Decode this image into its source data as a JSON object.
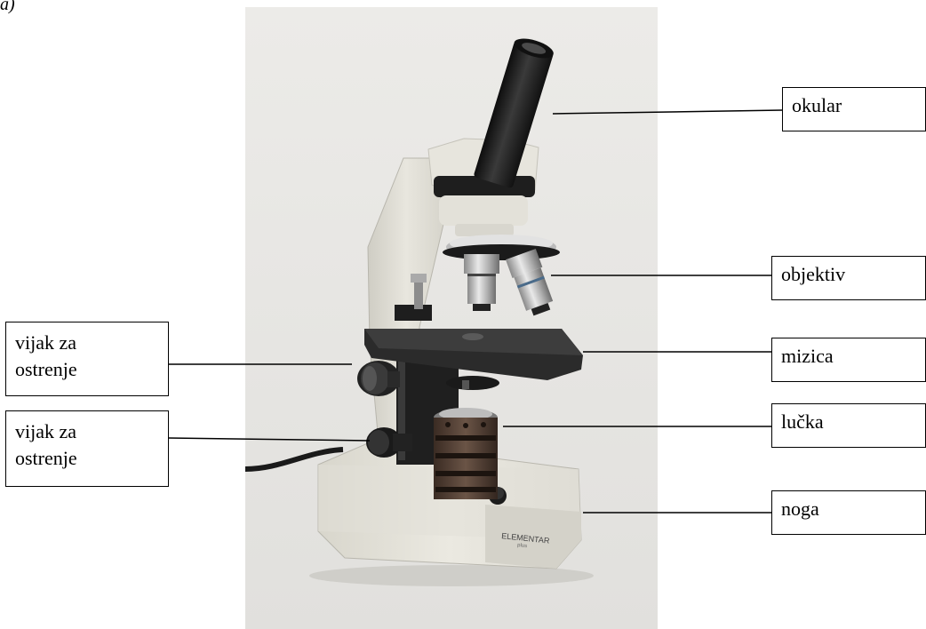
{
  "corner_text": "a)",
  "labels": {
    "okular": "okular",
    "objektiv": "objektiv",
    "mizica": "mizica",
    "lucka": "lučka",
    "noga": "noga",
    "vijak_top_line1": "vijak za",
    "vijak_top_line2": "ostrenje",
    "vijak_bottom_line1": "vijak za",
    "vijak_bottom_line2": "ostrenje"
  },
  "brand": {
    "name": "ELEMENTAR",
    "sub": "plus"
  },
  "colors": {
    "photo_background": "#e6e5e2",
    "microscope_body": "#e4e2da",
    "dark_parts": "#1f1f1f",
    "bronze_condenser": "#4a3a30"
  }
}
